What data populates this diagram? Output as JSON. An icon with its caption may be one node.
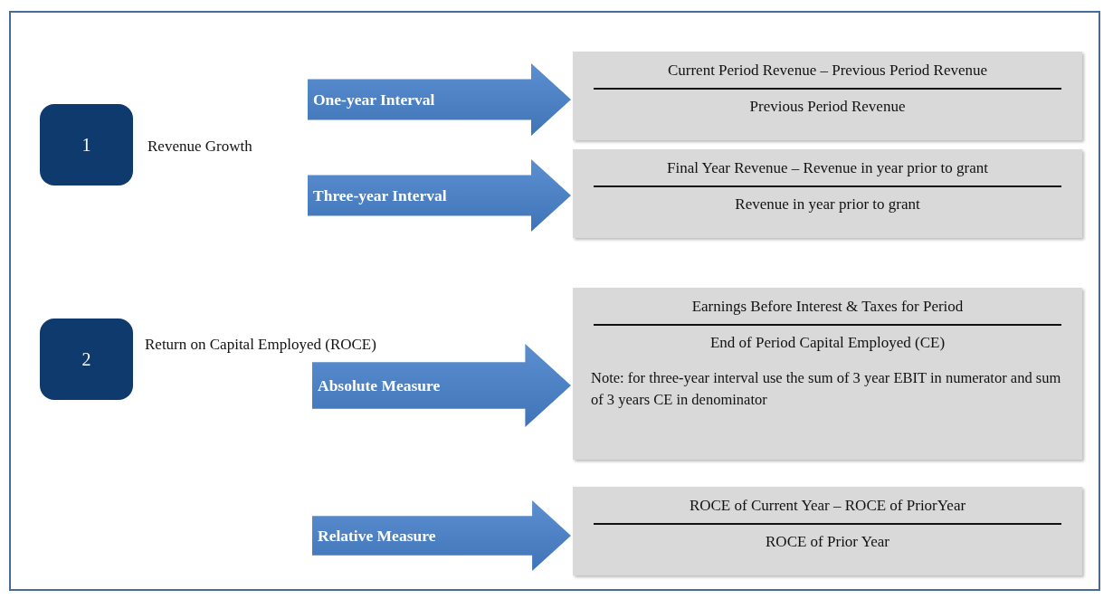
{
  "diagram": {
    "nodes": [
      {
        "text": [
          "1"
        ],
        "beside": [
          "Revenue Growth"
        ]
      },
      {
        "text": [
          "Current Period Revenue – Previous Period Revenue",
          "Previous Period Revenue"
        ]
      },
      {
        "text": [
          "Final Year Revenue – Revenue in year prior to grant",
          "Revenue in year prior to grant"
        ]
      },
      {
        "text": [
          "2"
        ],
        "beside": [
          "Return on Capital Employed (ROCE)"
        ]
      },
      {
        "text": [
          "Earnings Before Interest & Taxes for Period",
          "End of Period Capital Employed (CE)",
          "Note: for three-year interval use the sum of 3 year EBIT in numerator and sum of 3 years CE in denominator"
        ]
      },
      {
        "text": [
          "ROCE of Current Year – ROCE of PriorYear",
          "ROCE of Prior Year"
        ]
      }
    ],
    "edges": [
      {
        "from": null,
        "to": 1,
        "arrow": "to",
        "label": "One-year Interval"
      },
      {
        "from": null,
        "to": 2,
        "arrow": "to",
        "label": "Three-year Interval"
      },
      {
        "from": null,
        "to": 4,
        "arrow": "to",
        "label": "Absolute Measure"
      },
      {
        "from": null,
        "to": 5,
        "arrow": "to",
        "label": "Relative Measure"
      }
    ]
  }
}
